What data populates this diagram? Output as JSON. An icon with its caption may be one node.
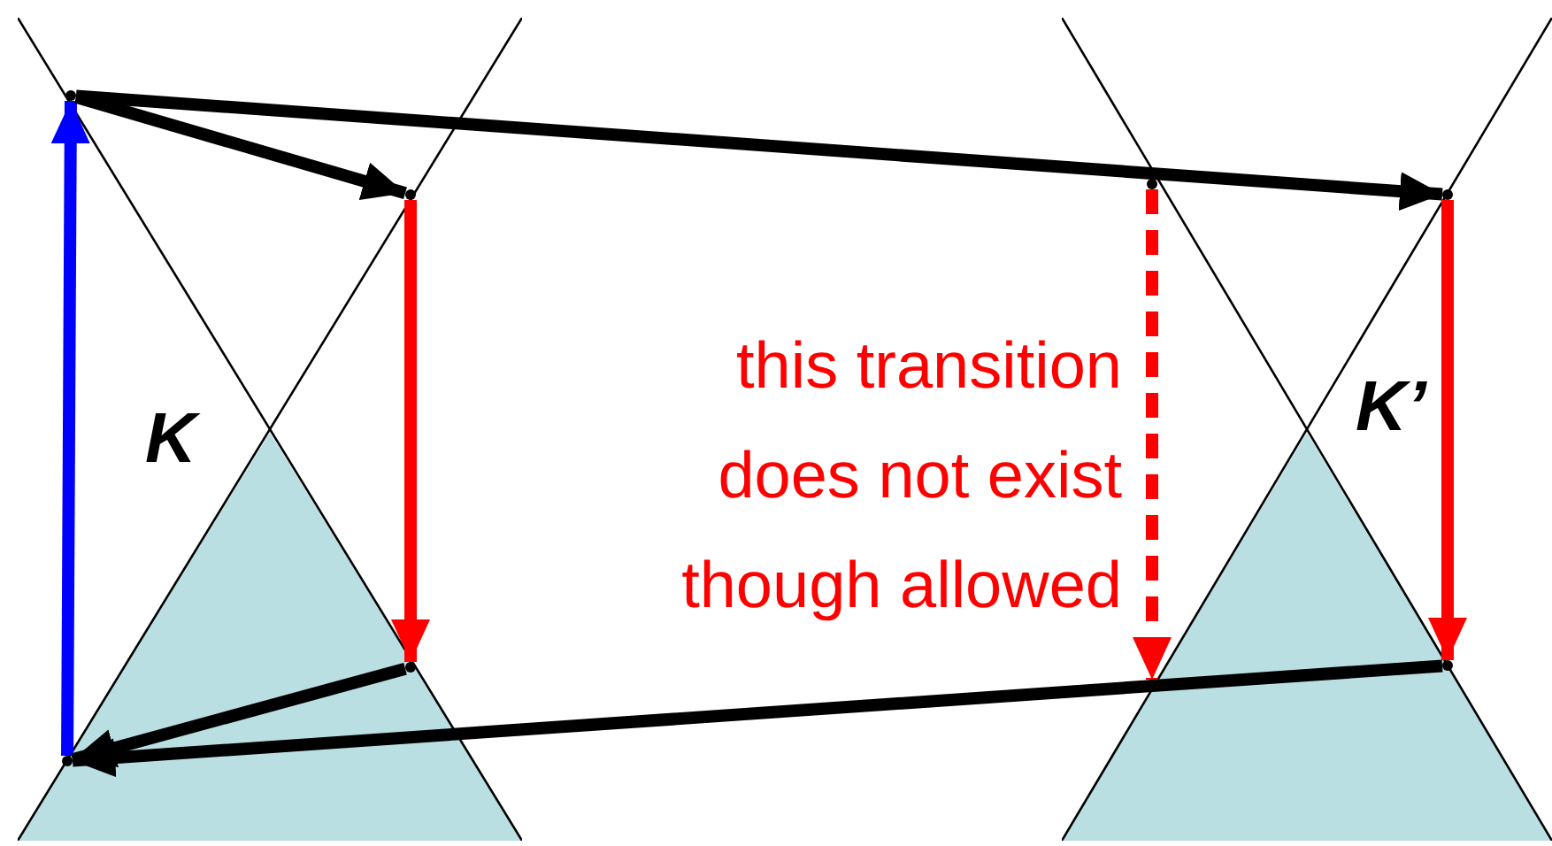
{
  "diagram": {
    "nodes": [
      {
        "text": [
          "K"
        ]
      },
      {
        "text": [
          "K’"
        ]
      },
      {
        "text": [],
        "shape": "point",
        "in": 0
      },
      {
        "text": [],
        "shape": "point",
        "in": 0
      },
      {
        "text": [],
        "shape": "point",
        "in": 0
      },
      {
        "text": [],
        "shape": "point",
        "in": 0
      },
      {
        "text": [],
        "shape": "point",
        "in": 1
      },
      {
        "text": [],
        "shape": "point",
        "in": 1
      },
      {
        "text": [],
        "shape": "point",
        "in": 1
      },
      {
        "text": [],
        "shape": "point",
        "in": 1
      }
    ],
    "edges": [
      {
        "from": 5,
        "to": 2,
        "arrow": "to",
        "color": "#0000ff"
      },
      {
        "from": 2,
        "to": 3,
        "arrow": "to"
      },
      {
        "from": 2,
        "to": 7,
        "arrow": "to"
      },
      {
        "from": 3,
        "to": 4,
        "arrow": "to",
        "color": "#ff0000"
      },
      {
        "from": 7,
        "to": 9,
        "arrow": "to",
        "color": "#ff0000"
      },
      {
        "from": 6,
        "to": 8,
        "arrow": "to",
        "style": "dashed",
        "color": "#ff0000"
      },
      {
        "from": 4,
        "to": 5,
        "arrow": "to"
      },
      {
        "from": 9,
        "to": 5,
        "arrow": "to"
      }
    ],
    "labels": [
      "this transition does not exist though allowed"
    ]
  }
}
